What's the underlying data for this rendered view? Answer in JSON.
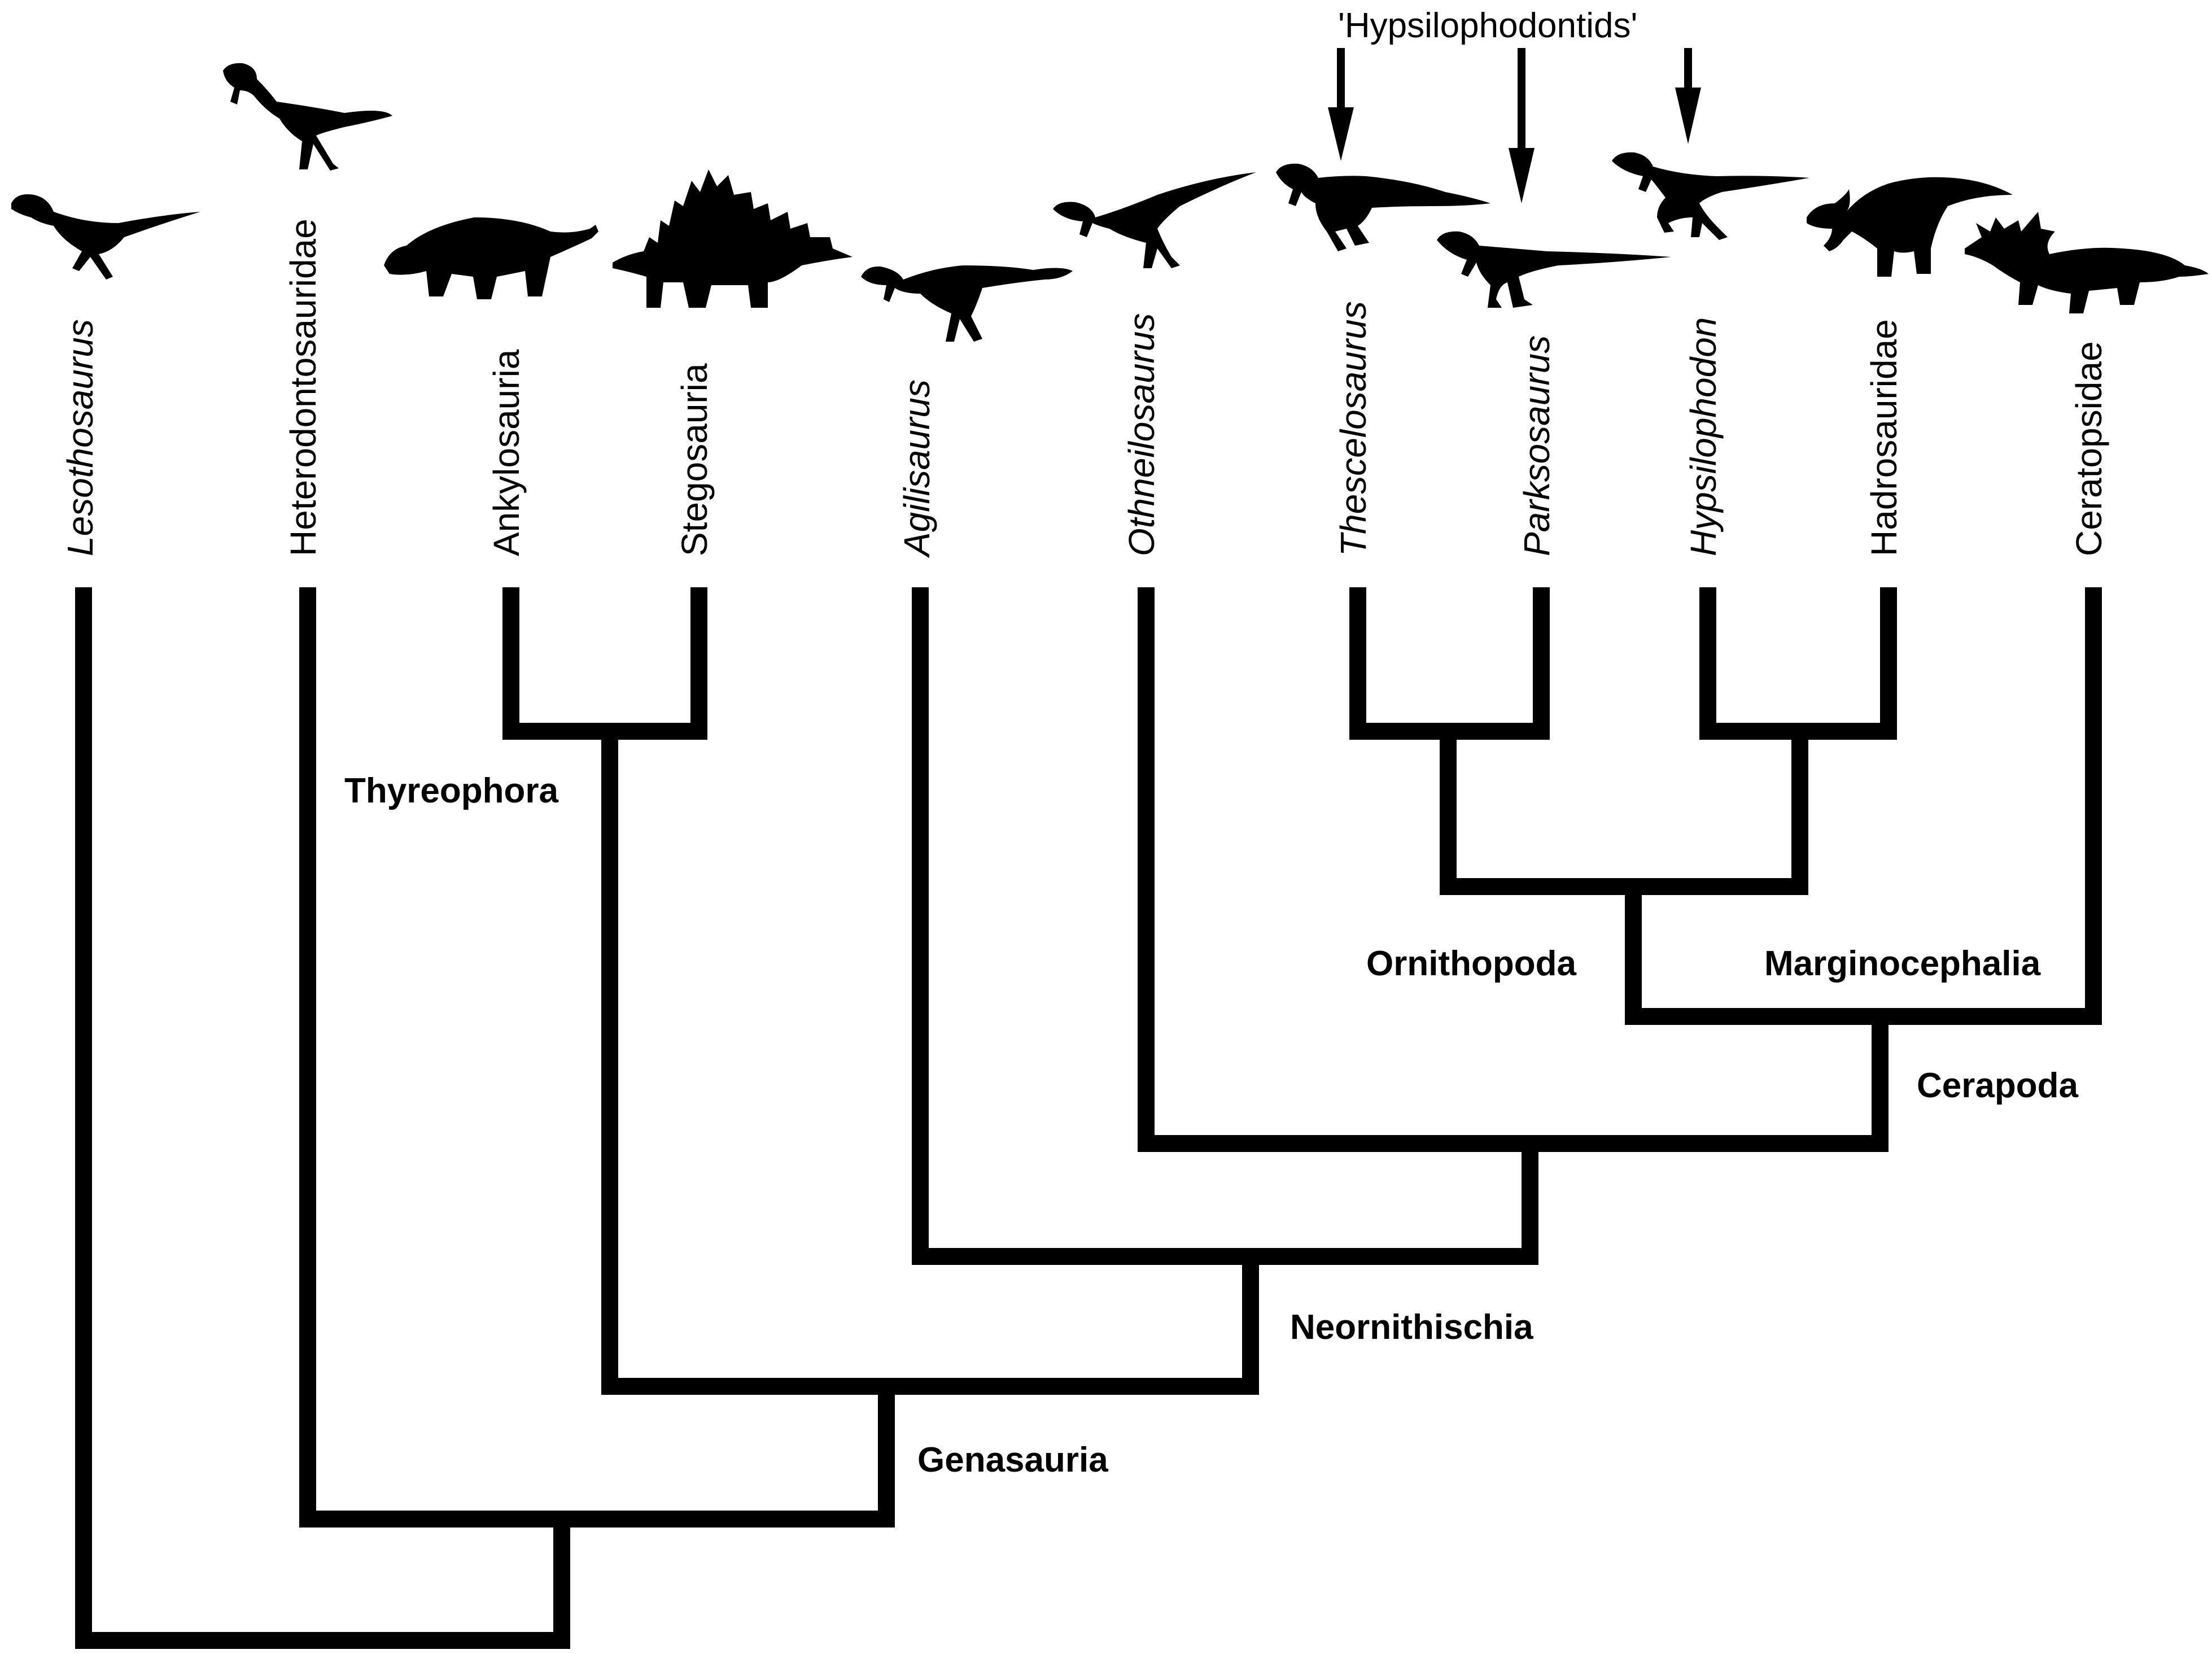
{
  "taxa": [
    {
      "name": "Lesothosaurus",
      "italic": true
    },
    {
      "name": "Heterodontosauridae",
      "italic": false
    },
    {
      "name": "Ankylosauria",
      "italic": false
    },
    {
      "name": "Stegosauria",
      "italic": false
    },
    {
      "name": "Agilisaurus",
      "italic": true
    },
    {
      "name": "Othneilosaurus",
      "italic": true
    },
    {
      "name": "Thescelosaurus",
      "italic": true
    },
    {
      "name": "Parksosaurus",
      "italic": true
    },
    {
      "name": "Hypsilophodon",
      "italic": true
    },
    {
      "name": "Hadrosauridae",
      "italic": false
    },
    {
      "name": "Ceratopsidae",
      "italic": false
    }
  ],
  "clades": {
    "thyreophora": "Thyreophora",
    "ornithopoda": "Ornithopoda",
    "marginocephalia": "Marginocephalia",
    "cerapoda": "Cerapoda",
    "neornithischia": "Neornithischia",
    "genasauria": "Genasauria"
  },
  "bracket_label": "'Hypsilophodontids'",
  "silhouette_icons": [
    "lesothosaurus-silhouette-icon",
    "heterodontosaur-silhouette-icon",
    "ankylosaur-silhouette-icon",
    "stegosaur-silhouette-icon",
    "agilisaurus-silhouette-icon",
    "othneilosaurus-silhouette-icon",
    "thescelosaurus-silhouette-icon",
    "parksosaurus-silhouette-icon",
    "hypsilophodon-silhouette-icon",
    "hadrosaur-silhouette-icon",
    "ceratopsian-silhouette-icon"
  ]
}
